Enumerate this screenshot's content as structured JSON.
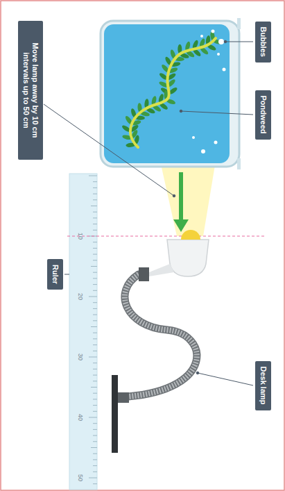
{
  "diagram": {
    "nodes": [
      {
        "text": [
          "Bubbles"
        ]
      },
      {
        "text": [
          "Pondweed"
        ]
      },
      {
        "text": [
          "Desk lamp"
        ]
      },
      {
        "text": [
          "Ruler"
        ]
      },
      {
        "text": [
          "Move lamp away by 10 cm intervals up to 50 cm"
        ]
      }
    ],
    "labels": [
      "10",
      "20",
      "30",
      "40",
      "50"
    ]
  }
}
